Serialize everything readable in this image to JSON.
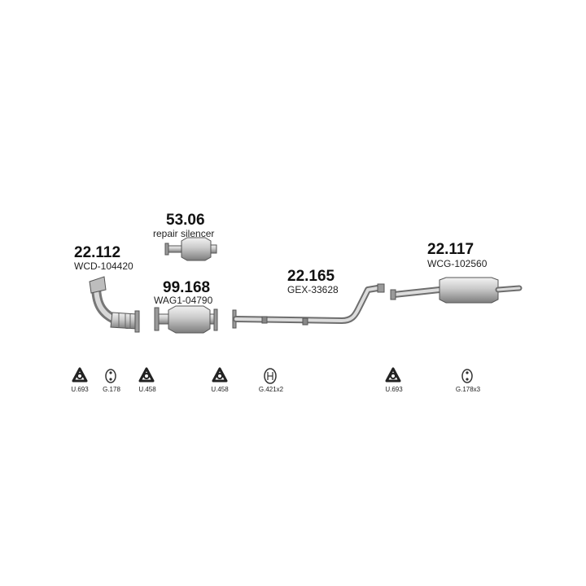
{
  "parts": {
    "front_pipe": {
      "code": "22.112",
      "ref": "WCD-104420"
    },
    "repair_silencer": {
      "code": "53.06",
      "ref": "repair silencer"
    },
    "catalyst": {
      "code": "99.168",
      "ref": "WAG1-04790"
    },
    "middle_pipe": {
      "code": "22.165",
      "ref": "GEX-33628"
    },
    "rear_silencer": {
      "code": "22.117",
      "ref": "WCG-102560"
    }
  },
  "hardware": [
    {
      "label": "U.693",
      "icon": "gasket-icon"
    },
    {
      "label": "G.178",
      "icon": "rubber-hanger-icon"
    },
    {
      "label": "U.458",
      "icon": "gasket-icon"
    },
    {
      "label": "U.458",
      "icon": "gasket-icon"
    },
    {
      "label": "G.421x2",
      "icon": "rubber-mount-icon"
    },
    {
      "label": "U.693",
      "icon": "gasket-icon"
    },
    {
      "label": "G.178x3",
      "icon": "rubber-hanger-icon"
    }
  ],
  "colors": {
    "metal_light": "#e2e2e2",
    "metal_mid": "#b8b8b8",
    "metal_dark": "#7a7a7a",
    "outline": "#555555"
  }
}
